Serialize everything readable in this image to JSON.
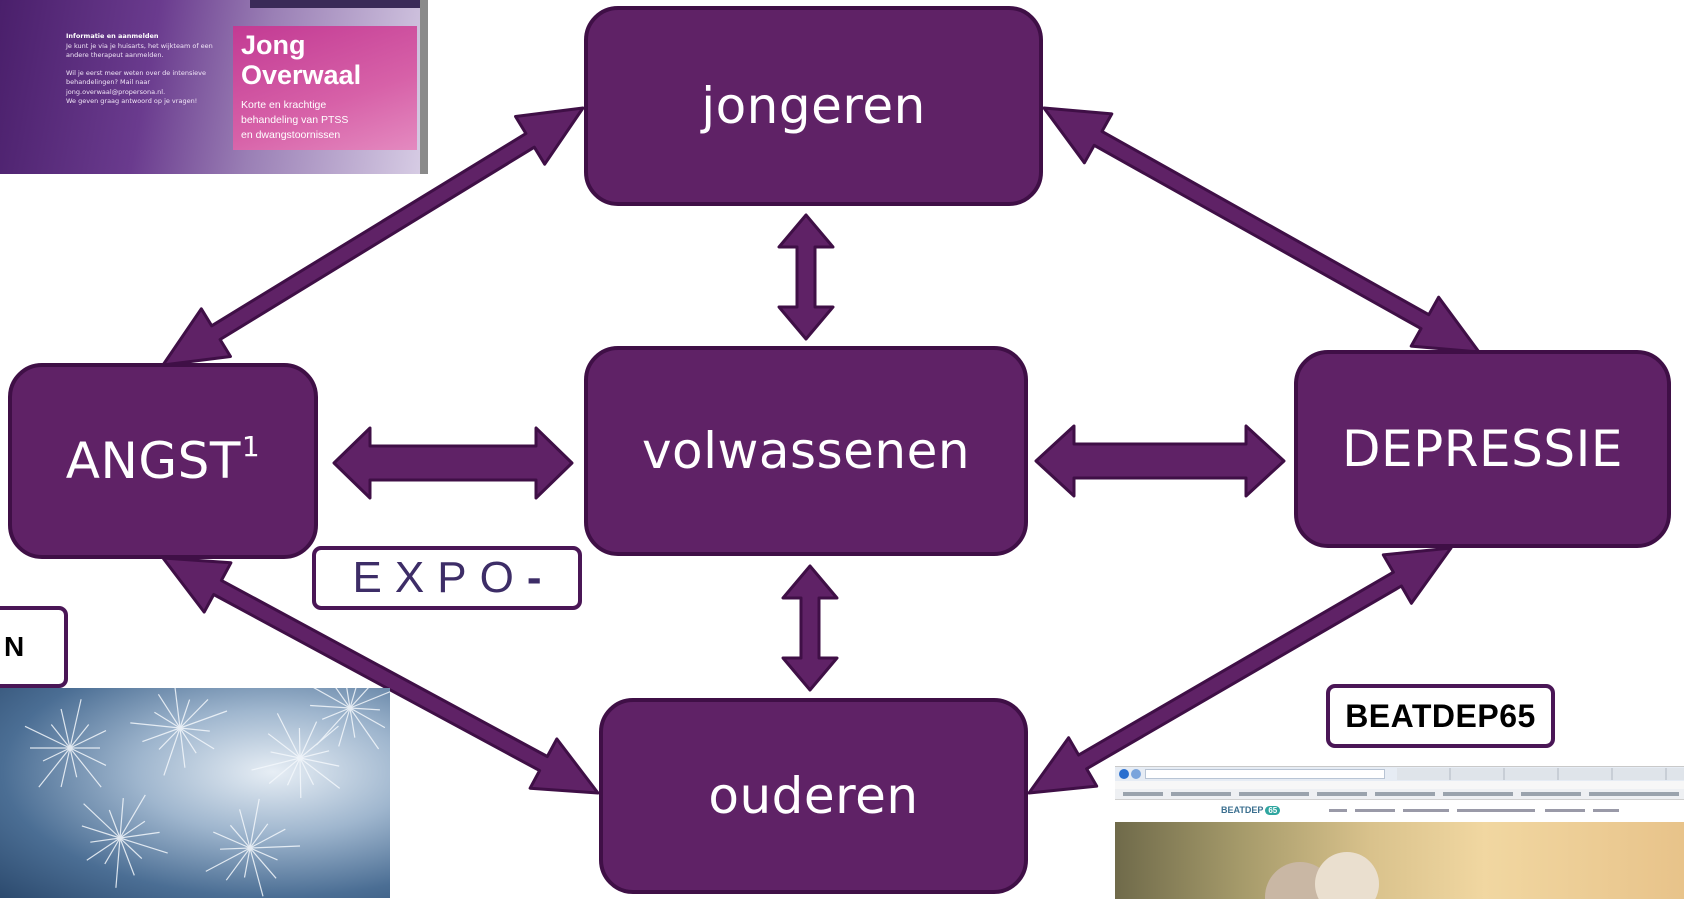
{
  "diagram": {
    "nodes": {
      "jongeren": "jongeren",
      "volwassenen": "volwassenen",
      "ouderen": "ouderen",
      "angst": "ANGST",
      "angst_sup": "1",
      "depressie": "DEPRESSIE"
    },
    "colors": {
      "node_fill": "#5f2266",
      "node_border": "#3f0f46",
      "arrow": "#5f2266"
    },
    "edges": [
      [
        "jongeren",
        "angst"
      ],
      [
        "jongeren",
        "depressie"
      ],
      [
        "angst",
        "ouderen"
      ],
      [
        "depressie",
        "ouderen"
      ],
      [
        "jongeren",
        "volwassenen"
      ],
      [
        "volwassenen",
        "ouderen"
      ],
      [
        "angst",
        "volwassenen"
      ],
      [
        "volwassenen",
        "depressie"
      ]
    ]
  },
  "labels": {
    "expo": "EXPO",
    "expo_mark": "-",
    "n_cut": "N",
    "beatdep": "BEATDEP65"
  },
  "flyer": {
    "info_heading": "Informatie en aanmelden",
    "info_line1": "Je kunt je via je huisarts, het wijkteam of een",
    "info_line2": "andere therapeut aanmelden.",
    "info_line3": "Wil je eerst meer weten over de intensieve",
    "info_line4": "behandelingen? Mail naar",
    "info_line5": "jong.overwaal@propersona.nl.",
    "info_line6": "We geven graag antwoord op je vragen!",
    "title_line1": "Jong",
    "title_line2": "Overwaal",
    "subtitle_line1": "Korte en krachtige",
    "subtitle_line2": "behandeling van PTSS",
    "subtitle_line3": "en dwangstoornissen"
  },
  "browser": {
    "logo": "BEATDEP",
    "logo_badge": "65"
  }
}
